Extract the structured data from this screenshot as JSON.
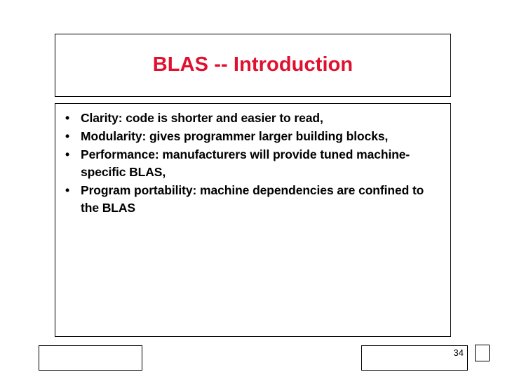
{
  "slide": {
    "title": "BLAS -- Introduction",
    "title_color": "#e0102e",
    "body_color": "#000000",
    "bullet_glyph": "•",
    "bullets": [
      {
        "text": "Clarity: code is shorter and easier to read,"
      },
      {
        "text": "Modularity: gives programmer larger building blocks,"
      },
      {
        "text": "Performance: manufacturers will provide tuned machine-specific BLAS,"
      },
      {
        "text": "Program portability: machine dependencies are confined to the BLAS"
      }
    ],
    "footer": {
      "left_box_text": "",
      "page_number": "34",
      "corner_box_text": ""
    }
  }
}
